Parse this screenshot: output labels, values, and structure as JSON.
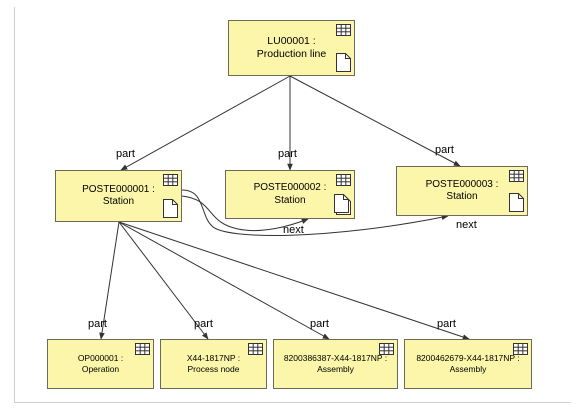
{
  "diagram": {
    "nodes": {
      "lu00001": {
        "line1": "LU00001 :",
        "line2": "Production line",
        "icons": [
          "table-icon",
          "document-icon"
        ]
      },
      "poste000001": {
        "line1": "POSTE000001 :",
        "line2": "Station",
        "icons": [
          "table-icon",
          "document-icon"
        ]
      },
      "poste000002": {
        "line1": "POSTE000002 :",
        "line2": "Station",
        "icons": [
          "table-icon",
          "document-stack-icon"
        ]
      },
      "poste000003": {
        "line1": "POSTE000003 :",
        "line2": "Station",
        "icons": [
          "table-icon",
          "document-icon"
        ]
      },
      "op000001": {
        "line1": "OP000001 :",
        "line2": "Operation",
        "icons": [
          "table-icon"
        ]
      },
      "x44_1817np": {
        "line1": "X44-1817NP :",
        "line2": "Process node",
        "icons": [
          "table-icon"
        ]
      },
      "asm_8200386387": {
        "line1": "8200386387-X44-1817NP :",
        "line2": "Assembly",
        "icons": [
          "table-icon"
        ]
      },
      "asm_8200462679": {
        "line1": "8200462679-X44-1817NP :",
        "line2": "Assembly",
        "icons": [
          "table-icon"
        ]
      }
    },
    "edges": [
      {
        "from": "lu00001",
        "to": "poste000001",
        "label": "part"
      },
      {
        "from": "lu00001",
        "to": "poste000002",
        "label": "part"
      },
      {
        "from": "lu00001",
        "to": "poste000003",
        "label": "part"
      },
      {
        "from": "poste000001",
        "to": "poste000002",
        "label": "next"
      },
      {
        "from": "poste000001",
        "to": "poste000003",
        "label": "next"
      },
      {
        "from": "poste000001",
        "to": "op000001",
        "label": "part"
      },
      {
        "from": "poste000001",
        "to": "x44_1817np",
        "label": "part"
      },
      {
        "from": "poste000001",
        "to": "asm_8200386387",
        "label": "part"
      },
      {
        "from": "poste000001",
        "to": "asm_8200462679",
        "label": "part"
      }
    ]
  },
  "colors": {
    "node_fill": "#fbf6a9",
    "node_border": "#6b6b58",
    "edge": "#333333"
  }
}
